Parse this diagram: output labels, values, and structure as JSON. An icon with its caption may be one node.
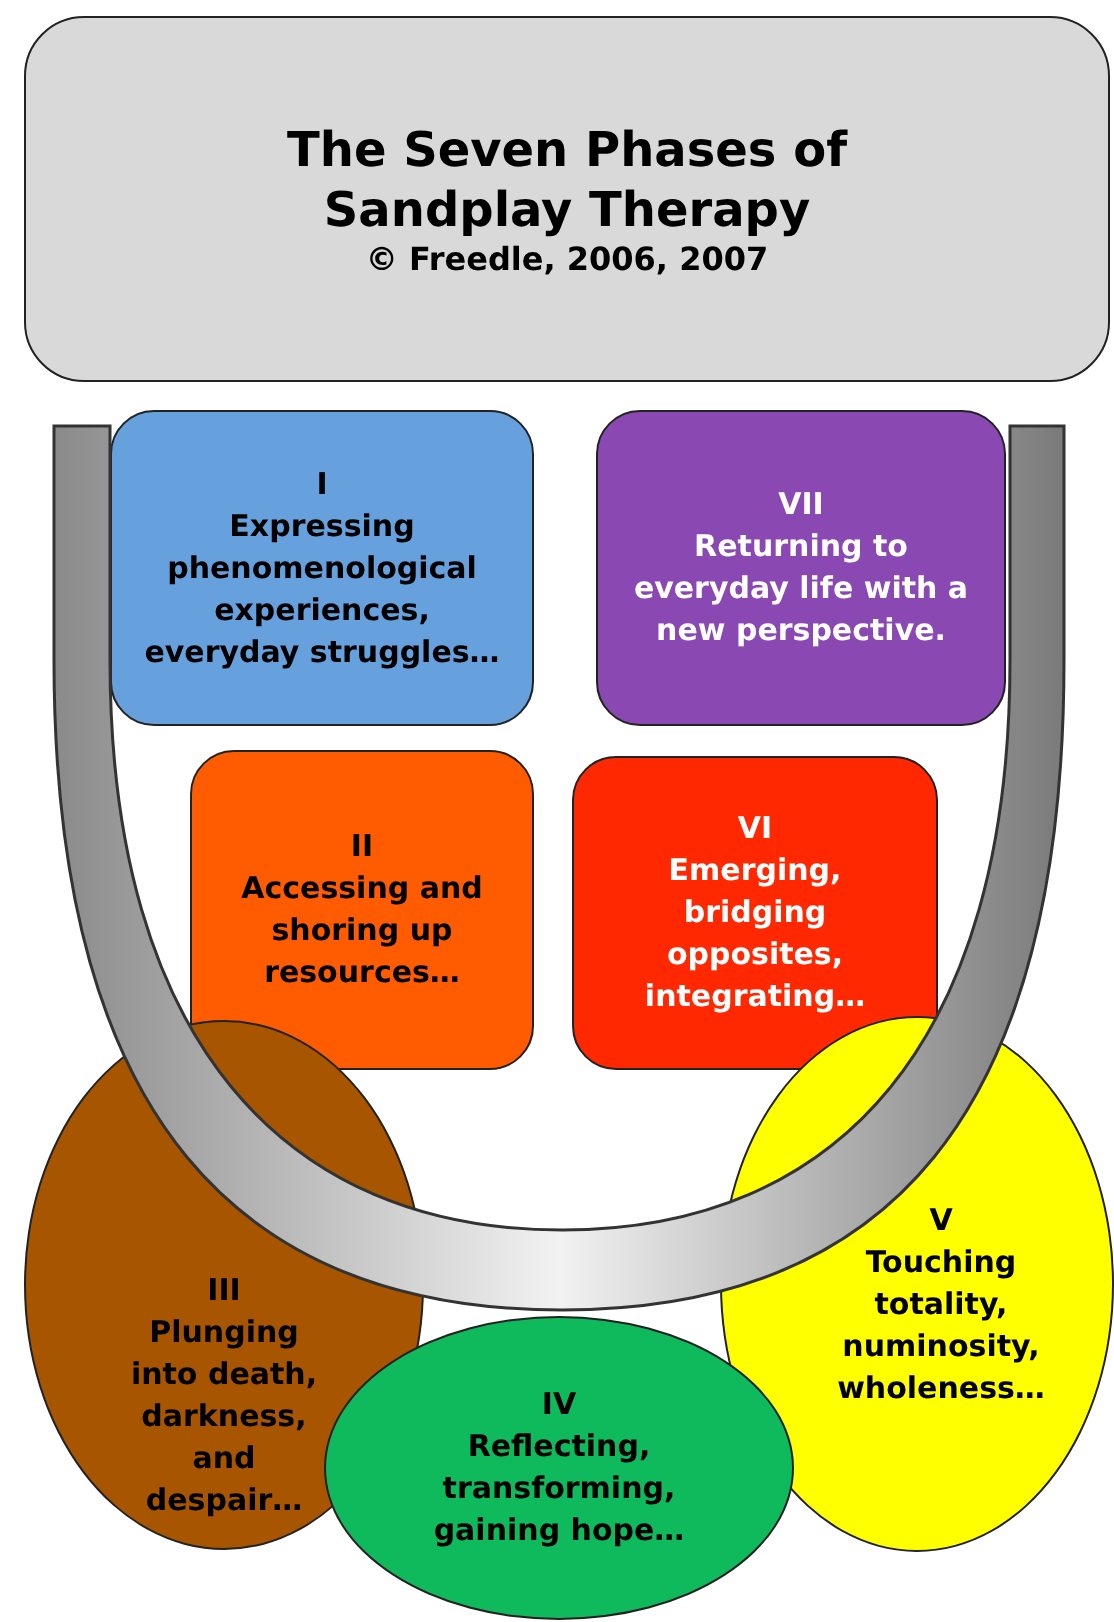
{
  "diagram": {
    "nodes": [
      {
        "text": [
          "The Seven Phases of Sandplay Therapy",
          "© Freedle, 2006, 2007"
        ]
      },
      {
        "text": [
          "I",
          "Expressing phenomenological experiences, everyday struggles…"
        ]
      },
      {
        "text": [
          "II",
          "Accessing and shoring up resources…"
        ]
      },
      {
        "text": [
          "III",
          "Plunging into death, darkness, and despair…"
        ]
      },
      {
        "text": [
          "IV",
          "Reflecting, transforming, gaining hope…"
        ]
      },
      {
        "text": [
          "V",
          "Touching totality, numinosity, wholeness…"
        ]
      },
      {
        "text": [
          "VI",
          "Emerging, bridging opposites, integrating…"
        ]
      },
      {
        "text": [
          "VII",
          "Returning to everyday life with a new perspective."
        ]
      }
    ]
  }
}
